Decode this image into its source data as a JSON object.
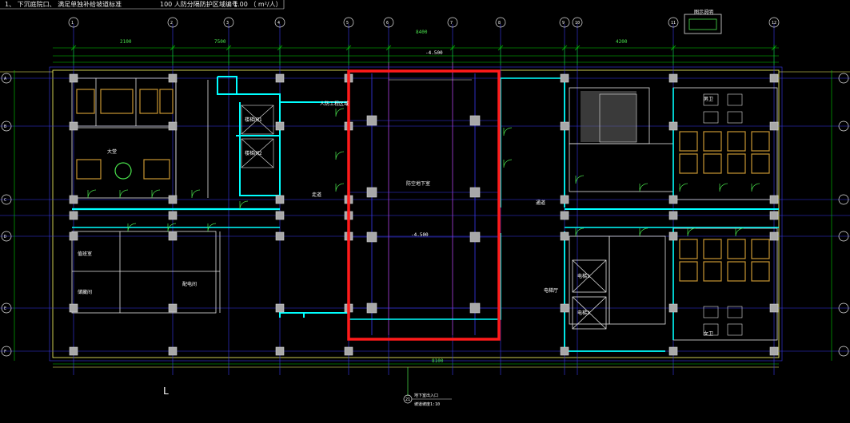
{
  "drawing": {
    "top_note_1": "1、 下沉庭院口、 满足单独补给坡道标准",
    "top_note_2": "100 人防分隔防护区域编号",
    "top_note_3": "1.00 （ m²/人）",
    "corner_mark": "L",
    "legend_box_label": "图示说明",
    "col_axes": [
      "1",
      "2",
      "3",
      "4",
      "5",
      "6",
      "7",
      "8",
      "9",
      "10",
      "11",
      "12"
    ],
    "row_axes": [
      "A",
      "B",
      "C",
      "D",
      "E",
      "F"
    ],
    "room_labels": {
      "hall": "大堂",
      "main_space": "防空地下室",
      "left_office": "值班室",
      "left_storage": "储藏间",
      "left_room2": "配电间",
      "right_room": "通道",
      "lobby_right": "电梯厅",
      "stair_1": "楼梯间1",
      "stair_2": "楼梯间2",
      "wc_m": "男卫",
      "wc_f": "女卫",
      "elev_1": "电梯1",
      "elev_2": "电梯2",
      "corridor": "走道"
    },
    "dims": {
      "top_a": "2100",
      "top_b": "7500",
      "top_c": "8400",
      "top_d": "4200",
      "level": "-4.500",
      "level2": "-4.500",
      "span": "8100"
    },
    "highlight_note": "人防工程区域",
    "bottom_label_1": "21",
    "bottom_label_2": "地下室出入口",
    "bottom_label_3": "坡道坡度1:10"
  },
  "colors": {
    "background": "#000000",
    "wall_cyan": "#00ffff",
    "axis_green": "#00d000",
    "grid_blue": "#3a3af0",
    "column_gray": "#a8a8a8",
    "highlight_red": "#ff1a1a",
    "fixture_orange": "#c89632",
    "dim_green": "#49e24c",
    "text_white": "#ffffff",
    "magenta_line": "#d040d0"
  }
}
